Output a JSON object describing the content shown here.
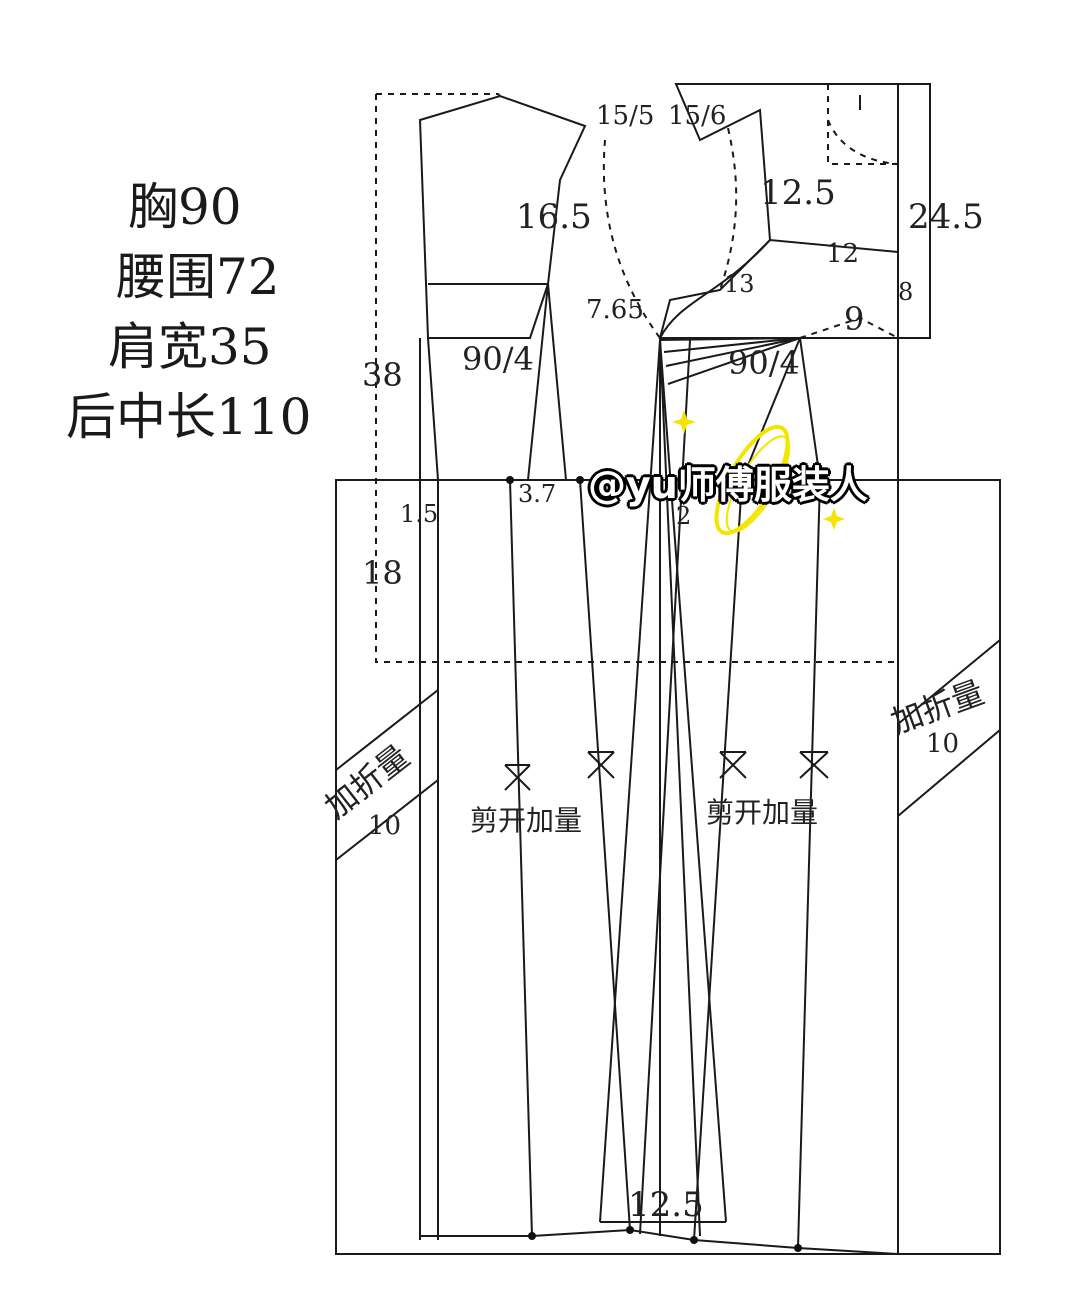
{
  "specs": {
    "bust": "胸90",
    "waist": "腰围72",
    "shoulder": "肩宽35",
    "back_length": "后中长110"
  },
  "labels": {
    "neck_back": "15/5",
    "neck_front": "15/6",
    "back_armhole_depth": "16.5",
    "front_shoulder_drop": "12.5",
    "front_length": "24.5",
    "front_width": "12",
    "armhole_front": "13",
    "armhole_back": "7.65",
    "front_dart": "9",
    "front_side": "8",
    "bust_back": "90/4",
    "bust_front": "90/4",
    "waist_to_hip": "38",
    "waist_offset": "1.5",
    "dart_width": "3.7",
    "front_waist": "2",
    "skirt_drop": "18",
    "hem_width": "12.5"
  },
  "annotations": {
    "pleat_left": "加折量",
    "pleat_left_value": "10",
    "pleat_right": "加折量",
    "pleat_right_value": "10",
    "slash_left": "剪开加量",
    "slash_right": "剪开加量"
  },
  "watermark": "@yu师傅服装人",
  "colors": {
    "line": "#1a1a1a",
    "sparkle": "#f2e600"
  }
}
